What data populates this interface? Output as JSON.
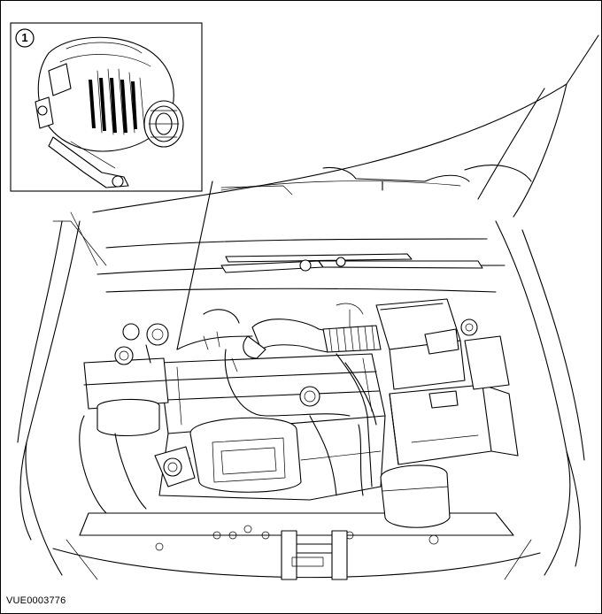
{
  "callout": {
    "number": "1"
  },
  "reference_code": "VUE0003776",
  "colors": {
    "line": "#000000",
    "background": "#ffffff"
  },
  "components": {
    "inset": "alternator-detail",
    "main": "engine-compartment"
  }
}
